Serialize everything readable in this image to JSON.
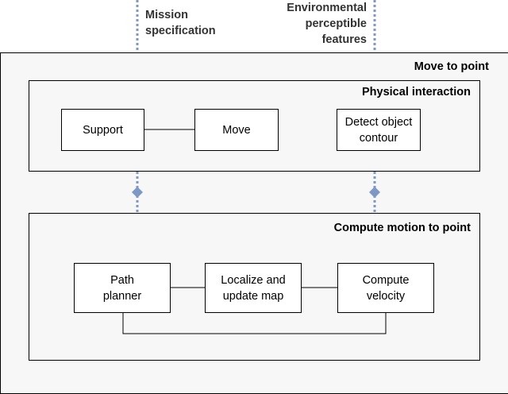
{
  "external_inputs": {
    "mission": "Mission\nspecification",
    "environment": "Environmental\nperceptible\nfeatures"
  },
  "outer_container": {
    "title": "Move to point"
  },
  "physical_interaction": {
    "title": "Physical interaction",
    "nodes": {
      "support": "Support",
      "move": "Move",
      "detect": "Detect object\ncontour"
    }
  },
  "compute_motion": {
    "title": "Compute motion to point",
    "nodes": {
      "path_planner": "Path\nplanner",
      "localize": "Localize and\nupdate map",
      "velocity": "Compute\nvelocity"
    }
  },
  "colors": {
    "dotted_link": "#7f97c4",
    "diamond": "#7f97c4",
    "border": "#000000",
    "panel_bg": "#f7f7f7"
  }
}
